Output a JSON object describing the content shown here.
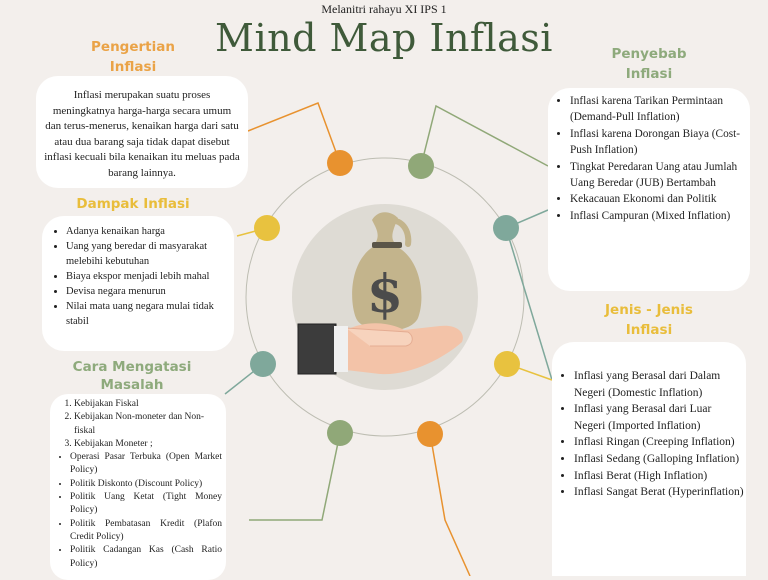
{
  "author": "Melanitri rahayu XI IPS 1",
  "title": "Mind Map Inflasi",
  "pengertian": {
    "heading": "Pengertian\nInflasi",
    "text": "Inflasi merupakan suatu proses meningkatnya harga-harga secara umum dan terus-menerus, kenaikan harga dari satu atau dua barang saja tidak dapat disebut inflasi kecuali bila kenaikan itu meluas pada barang lainnya."
  },
  "dampak": {
    "heading": "Dampak Inflasi",
    "items": [
      "Adanya kenaikan harga",
      "Uang yang beredar di masyarakat melebihi kebutuhan",
      "Biaya ekspor menjadi lebih mahal",
      "Devisa negara menurun",
      "Nilai mata uang negara mulai tidak stabil"
    ]
  },
  "cara": {
    "heading": "Cara Mengatasi Masalah\nInflasi",
    "numbered": [
      "Kebijakan Fiskal",
      "Kebijakan Non-moneter dan Non-fiskal",
      "Kebijakan Moneter ;"
    ],
    "bullets": [
      "Operasi Pasar Terbuka (Open Market Policy)",
      "Politik Diskonto (Discount Policy)",
      "Politik Uang Ketat (Tight Money Policy)",
      "Politik Pembatasan Kredit (Plafon Credit Policy)",
      "Politik Cadangan Kas (Cash Ratio Policy)"
    ]
  },
  "penyebab": {
    "heading": "Penyebab\nInflasi",
    "items": [
      "Inflasi karena Tarikan Permintaan (Demand-Pull Inflation)",
      "Inflasi karena Dorongan Biaya (Cost-Push Inflation)",
      "Tingkat Peredaran Uang atau Jumlah Uang Beredar (JUB) Bertambah",
      "Kekacauan Ekonomi dan Politik",
      "Inflasi Campuran (Mixed Inflation)"
    ]
  },
  "jenis": {
    "heading": "Jenis - Jenis\nInflasi",
    "items": [
      "Inflasi yang Berasal dari Dalam Negeri (Domestic Inflation)",
      "Inflasi yang Berasal dari Luar Negeri (Imported Inflation)",
      "Inflasi Ringan (Creeping Inflation)",
      "Inflasi Sedang (Galloping Inflation)",
      "Inflasi Berat (High Inflation)",
      "Inflasi Sangat Berat (Hyperinflation)"
    ]
  },
  "colors": {
    "background": "#f3efec",
    "title": "#3f5a3a",
    "orange": "#e8922f",
    "green": "#90a878",
    "yellow": "#e8c23f",
    "teal": "#7fa89b"
  },
  "illustration": "money-bag-on-hand-icon"
}
